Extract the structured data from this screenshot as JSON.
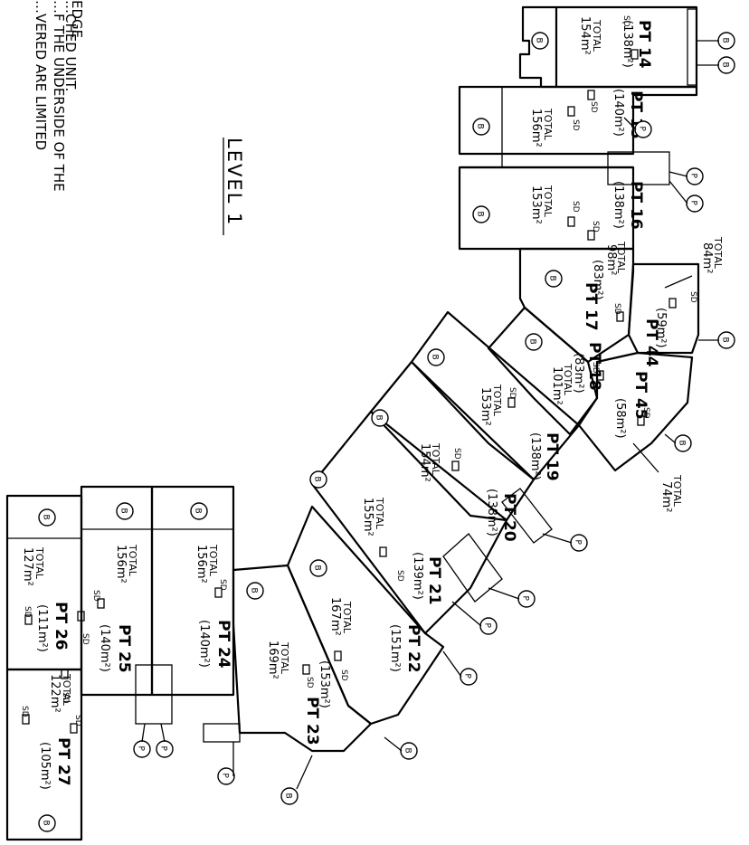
{
  "header": {
    "level_title": "LEVEL 1",
    "note_lines": [
      "…VERED ARE LIMITED",
      "…F THE UNDERSIDE OF THE",
      "…CHED UNIT.",
      "EDGE"
    ]
  },
  "symbols": {
    "balcony": "B",
    "parking": "P",
    "smoke_detector": "SD"
  },
  "units": {
    "pt14": {
      "label": "PT 14",
      "area": "(138m²)",
      "total_label": "TOTAL",
      "total_value": "154m²"
    },
    "pt15": {
      "label": "PT 15",
      "area": "(140m²)",
      "total_label": "TOTAL",
      "total_value": "156m²"
    },
    "pt16": {
      "label": "PT 16",
      "area": "(138m²)",
      "total_label": "TOTAL",
      "total_value": "153m²"
    },
    "pt17": {
      "label": "PT 17",
      "area": "(83m²)",
      "total_label": "TOTAL",
      "total_value": "98m²"
    },
    "pt18": {
      "label": "PT 18",
      "area": "(83m²)",
      "total_label": "TOTAL",
      "total_value": "101m²"
    },
    "pt19": {
      "label": "PT 19",
      "area": "(138m²)",
      "total_label": "TOTAL",
      "total_value": "153m²"
    },
    "pt20": {
      "label": "PT 20",
      "area": "(138m²)",
      "total_label": "TOTAL",
      "total_value": "154m²"
    },
    "pt21": {
      "label": "PT 21",
      "area": "(139m²)",
      "total_label": "TOTAL",
      "total_value": "155m²"
    },
    "pt22": {
      "label": "PT 22",
      "area": "(151m²)",
      "total_label": "TOTAL",
      "total_value": "167m²"
    },
    "pt23": {
      "label": "PT 23",
      "area": "(153m²)",
      "total_label": "TOTAL",
      "total_value": "169m²"
    },
    "pt24": {
      "label": "PT 24",
      "area": "(140m²)",
      "total_label": "TOTAL",
      "total_value": "156m²"
    },
    "pt25": {
      "label": "PT 25",
      "area": "(140m²)",
      "total_label": "TOTAL",
      "total_value": "156m²"
    },
    "pt26": {
      "label": "PT 26",
      "area": "(111m²)",
      "total_label": "TOTAL",
      "total_value": "127m²"
    },
    "pt27": {
      "label": "PT 27",
      "area": "(105m²)",
      "total_label": "TOTAL",
      "total_value": "122m²"
    },
    "pt44": {
      "label": "PT 44",
      "area": "(59m²)",
      "total_label": "TOTAL",
      "total_value": "84m²"
    },
    "pt45": {
      "label": "PT 45",
      "area": "(58m²)",
      "total_label": "TOTAL",
      "total_value": "74m²"
    }
  }
}
